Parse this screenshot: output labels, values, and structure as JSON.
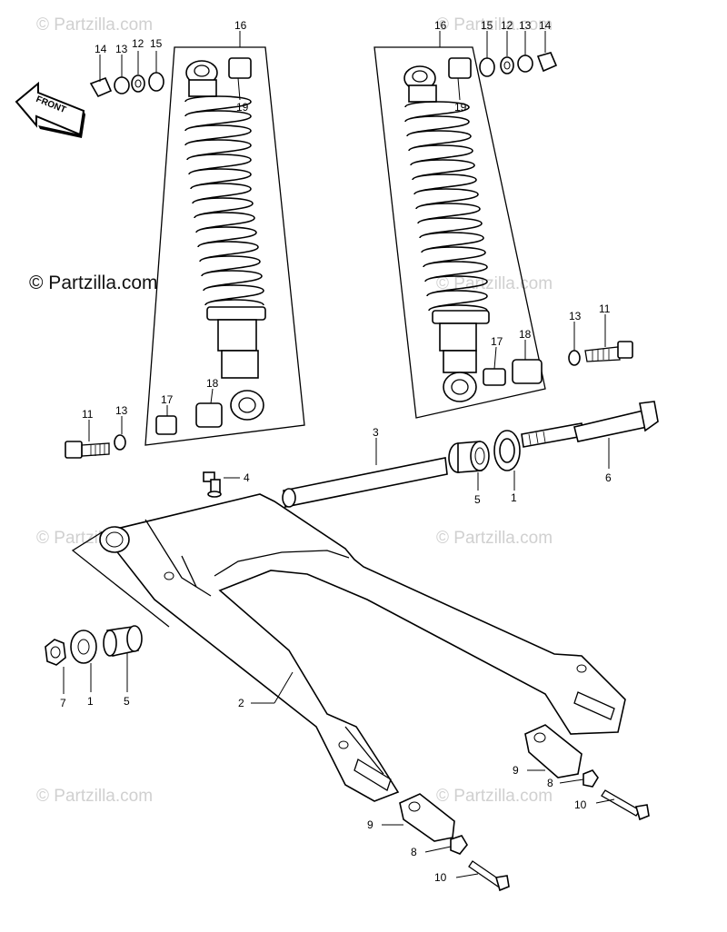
{
  "watermarks": {
    "main": "© Partzilla.com",
    "faded": "© Partzilla.com"
  },
  "front_label": "FRONT",
  "callouts": {
    "c1a": "1",
    "c1b": "1",
    "c2": "2",
    "c3": "3",
    "c4": "4",
    "c5a": "5",
    "c5b": "5",
    "c6": "6",
    "c7": "7",
    "c8a": "8",
    "c8b": "8",
    "c9a": "9",
    "c9b": "9",
    "c10a": "10",
    "c10b": "10",
    "c11a": "11",
    "c11b": "11",
    "c12a": "12",
    "c12b": "12",
    "c13a": "13",
    "c13b": "13",
    "c13c": "13",
    "c13d": "13",
    "c14a": "14",
    "c14b": "14",
    "c15a": "15",
    "c15b": "15",
    "c16a": "16",
    "c16b": "16",
    "c17a": "17",
    "c17b": "17",
    "c18a": "18",
    "c18b": "18",
    "c19a": "19",
    "c19b": "19"
  }
}
